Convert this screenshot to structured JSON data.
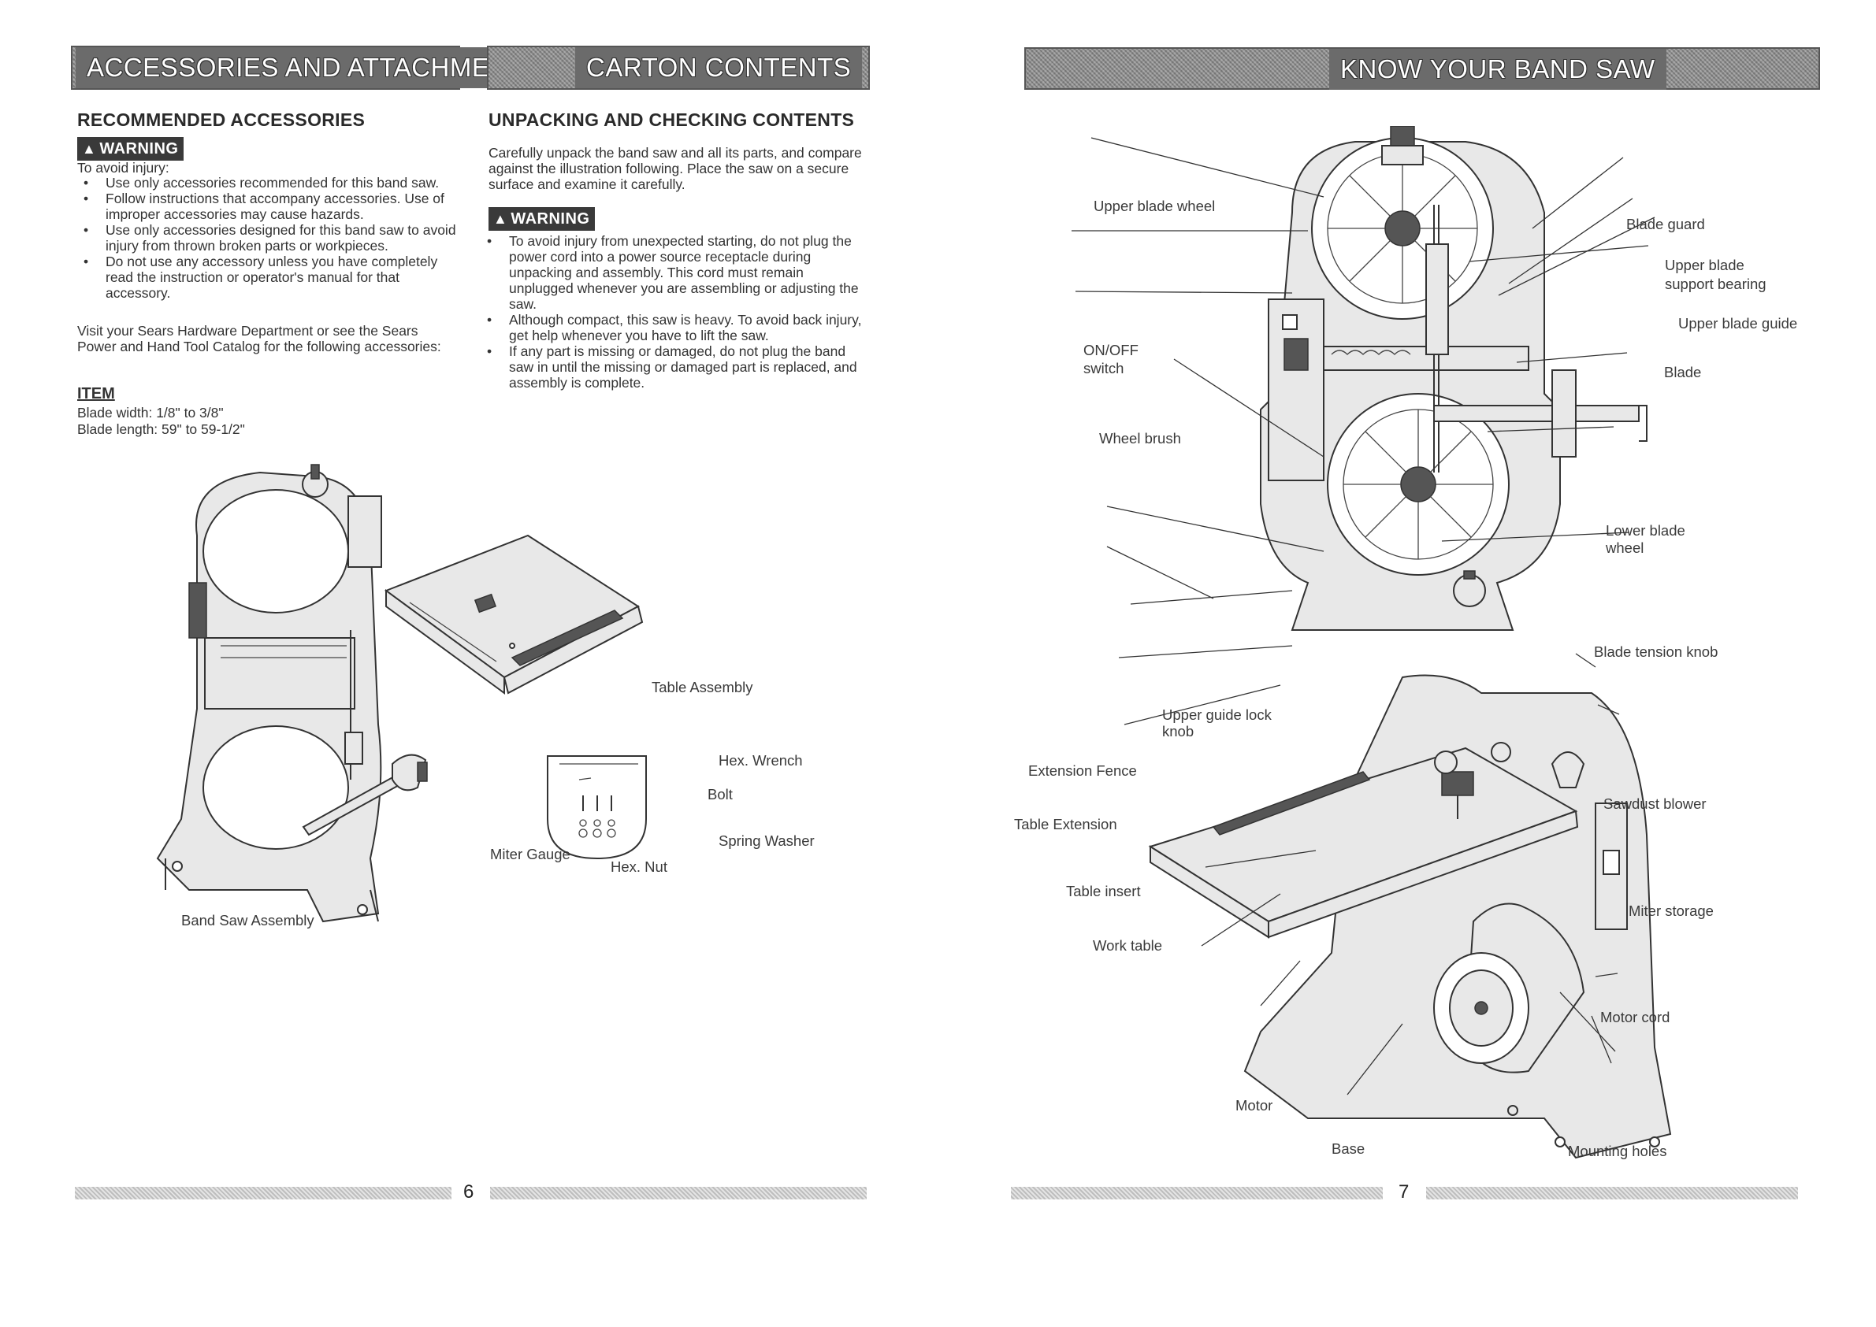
{
  "page6": {
    "banner_accessories": "ACCESSORIES AND ATTACHMENTS",
    "banner_carton": "CARTON CONTENTS",
    "recommended": {
      "heading": "RECOMMENDED ACCESSORIES",
      "warning": "WARNING",
      "intro": "To avoid injury:",
      "bullets": [
        "Use only accessories recommended for this band saw.",
        "Follow instructions that accompany accessories. Use of improper accessories may cause hazards.",
        "Use only accessories designed for this band saw to avoid injury from thrown broken parts or workpieces.",
        "Do not use any accessory unless you have completely read the instruction or operator's manual for that accessory."
      ],
      "visit": "Visit your Sears Hardware Department or see the Sears Power and Hand Tool Catalog for the following accessories:",
      "item_heading": "ITEM",
      "blade_width": "Blade width: 1/8\" to 3/8\"",
      "blade_length": "Blade length: 59\" to 59-1/2\""
    },
    "unpacking": {
      "heading": "UNPACKING AND CHECKING CONTENTS",
      "intro": "Carefully unpack the band saw and all its parts, and compare against the illustration following. Place the saw on a secure surface and examine it carefully.",
      "warning": "WARNING",
      "bullets": [
        "To avoid injury from unexpected starting, do not plug the power cord into a power source receptacle during unpacking and assembly. This cord must remain unplugged whenever you are assembling or adjusting the saw.",
        "Although compact, this saw is heavy. To avoid back injury, get help whenever you have to lift the saw.",
        "If any part is missing or damaged, do not plug the band saw in until the missing or damaged part is replaced, and assembly is complete."
      ]
    },
    "carton_labels": {
      "table_assembly": "Table Assembly",
      "hex_wrench": "Hex. Wrench",
      "bolt": "Bolt",
      "spring_washer": "Spring Washer",
      "miter_gauge": "Miter Gauge",
      "hex_nut": "Hex. Nut",
      "band_saw_assembly": "Band Saw Assembly"
    },
    "page_number": "6"
  },
  "page7": {
    "banner": "KNOW YOUR BAND SAW",
    "labels": {
      "upper_blade_wheel": "Upper blade wheel",
      "blade_guard": "Blade guard",
      "upper_blade_support_bearing_1": "Upper blade",
      "upper_blade_support_bearing_2": "support bearing",
      "upper_blade_guide": "Upper blade guide",
      "on_off_1": "ON/OFF",
      "on_off_2": "switch",
      "blade": "Blade",
      "wheel_brush": "Wheel brush",
      "lower_blade_wheel_1": "Lower blade",
      "lower_blade_wheel_2": "wheel",
      "blade_tension_knob": "Blade tension knob",
      "upper_guide_lock_knob_1": "Upper guide lock",
      "upper_guide_lock_knob_2": "knob",
      "extension_fence": "Extension Fence",
      "table_extension": "Table Extension",
      "sawdust_blower": "Sawdust blower",
      "table_insert": "Table insert",
      "miter_storage": "Miter storage",
      "work_table": "Work table",
      "motor_cord": "Motor cord",
      "motor": "Motor",
      "base": "Base",
      "mounting_holes": "Mounting holes"
    },
    "page_number": "7"
  },
  "icons": [
    "warning-triangle-icon"
  ],
  "colors": {
    "banner_gray": "#8a8a8a",
    "warning_black": "#3a3a3a",
    "text": "#333333"
  }
}
